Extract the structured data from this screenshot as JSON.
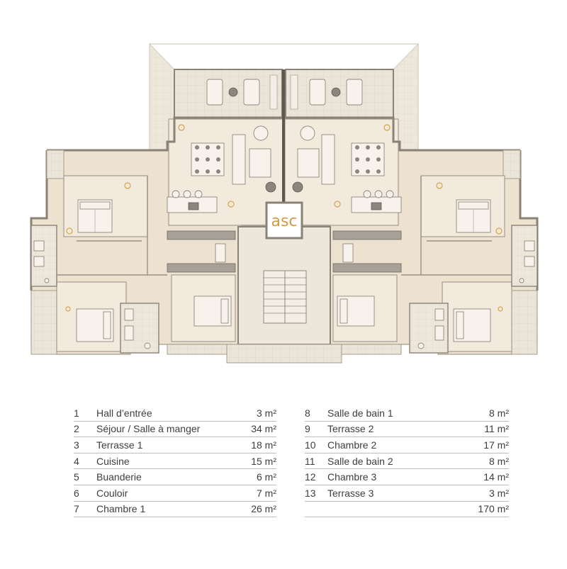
{
  "plan": {
    "lift_label": "asc"
  },
  "rooms": {
    "left": [
      {
        "num": "1",
        "name": "Hall d’entrée",
        "area": "3 m²"
      },
      {
        "num": "2",
        "name": "Séjour / Salle à manger",
        "area": "34 m²"
      },
      {
        "num": "3",
        "name": "Terrasse 1",
        "area": "18 m²"
      },
      {
        "num": "4",
        "name": "Cuisine",
        "area": "15 m²"
      },
      {
        "num": "5",
        "name": "Buanderie",
        "area": "6 m²"
      },
      {
        "num": "6",
        "name": "Couloir",
        "area": "7 m²"
      },
      {
        "num": "7",
        "name": "Chambre 1",
        "area": "26 m²"
      }
    ],
    "right": [
      {
        "num": "8",
        "name": "Salle de bain 1",
        "area": "8 m²"
      },
      {
        "num": "9",
        "name": "Terrasse 2",
        "area": "11 m²"
      },
      {
        "num": "10",
        "name": "Chambre 2",
        "area": "17 m²"
      },
      {
        "num": "11",
        "name": "Salle de bain 2",
        "area": "8 m²"
      },
      {
        "num": "12",
        "name": "Chambre 3",
        "area": "14 m²"
      },
      {
        "num": "13",
        "name": "Terrasse 3",
        "area": "3 m²"
      }
    ],
    "total": "170 m²"
  },
  "colors": {
    "floor": "#ede2d0",
    "wall": "#8a8276",
    "accent": "#d49a45"
  }
}
